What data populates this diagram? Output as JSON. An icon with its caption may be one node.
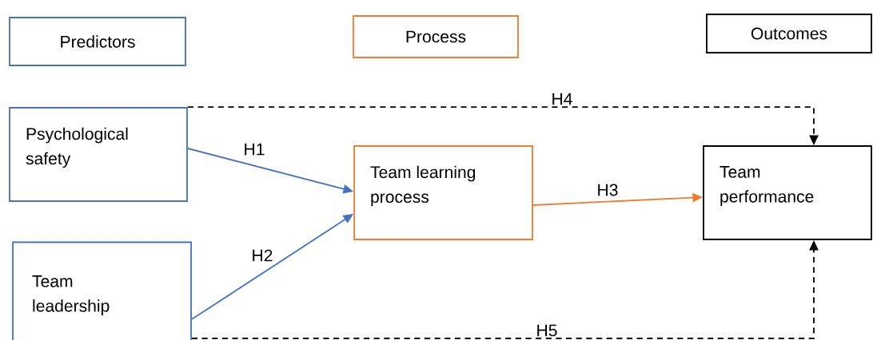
{
  "diagram": {
    "nodes": [
      {
        "text": [
          "Predictors"
        ]
      },
      {
        "text": [
          "Process"
        ]
      },
      {
        "text": [
          "Outcomes"
        ]
      },
      {
        "text": [
          "Psychological safety"
        ]
      },
      {
        "text": [
          "Team learning process"
        ]
      },
      {
        "text": [
          "Team performance"
        ]
      },
      {
        "text": [
          "Team leadership"
        ]
      }
    ],
    "edges": [
      {
        "from": 3,
        "to": 4,
        "arrow": "to",
        "label": "H1",
        "color": "#4472c4"
      },
      {
        "from": 6,
        "to": 4,
        "arrow": "to",
        "label": "H2",
        "color": "#4472c4"
      },
      {
        "from": 4,
        "to": 5,
        "arrow": "to",
        "label": "H3",
        "color": "#ed7d31"
      },
      {
        "from": 3,
        "to": 5,
        "arrow": "to",
        "label": "H4",
        "style": "dashed",
        "color": "#000000"
      },
      {
        "from": 6,
        "to": 5,
        "arrow": "to",
        "label": "H5",
        "style": "dashed",
        "color": "#000000"
      }
    ]
  }
}
